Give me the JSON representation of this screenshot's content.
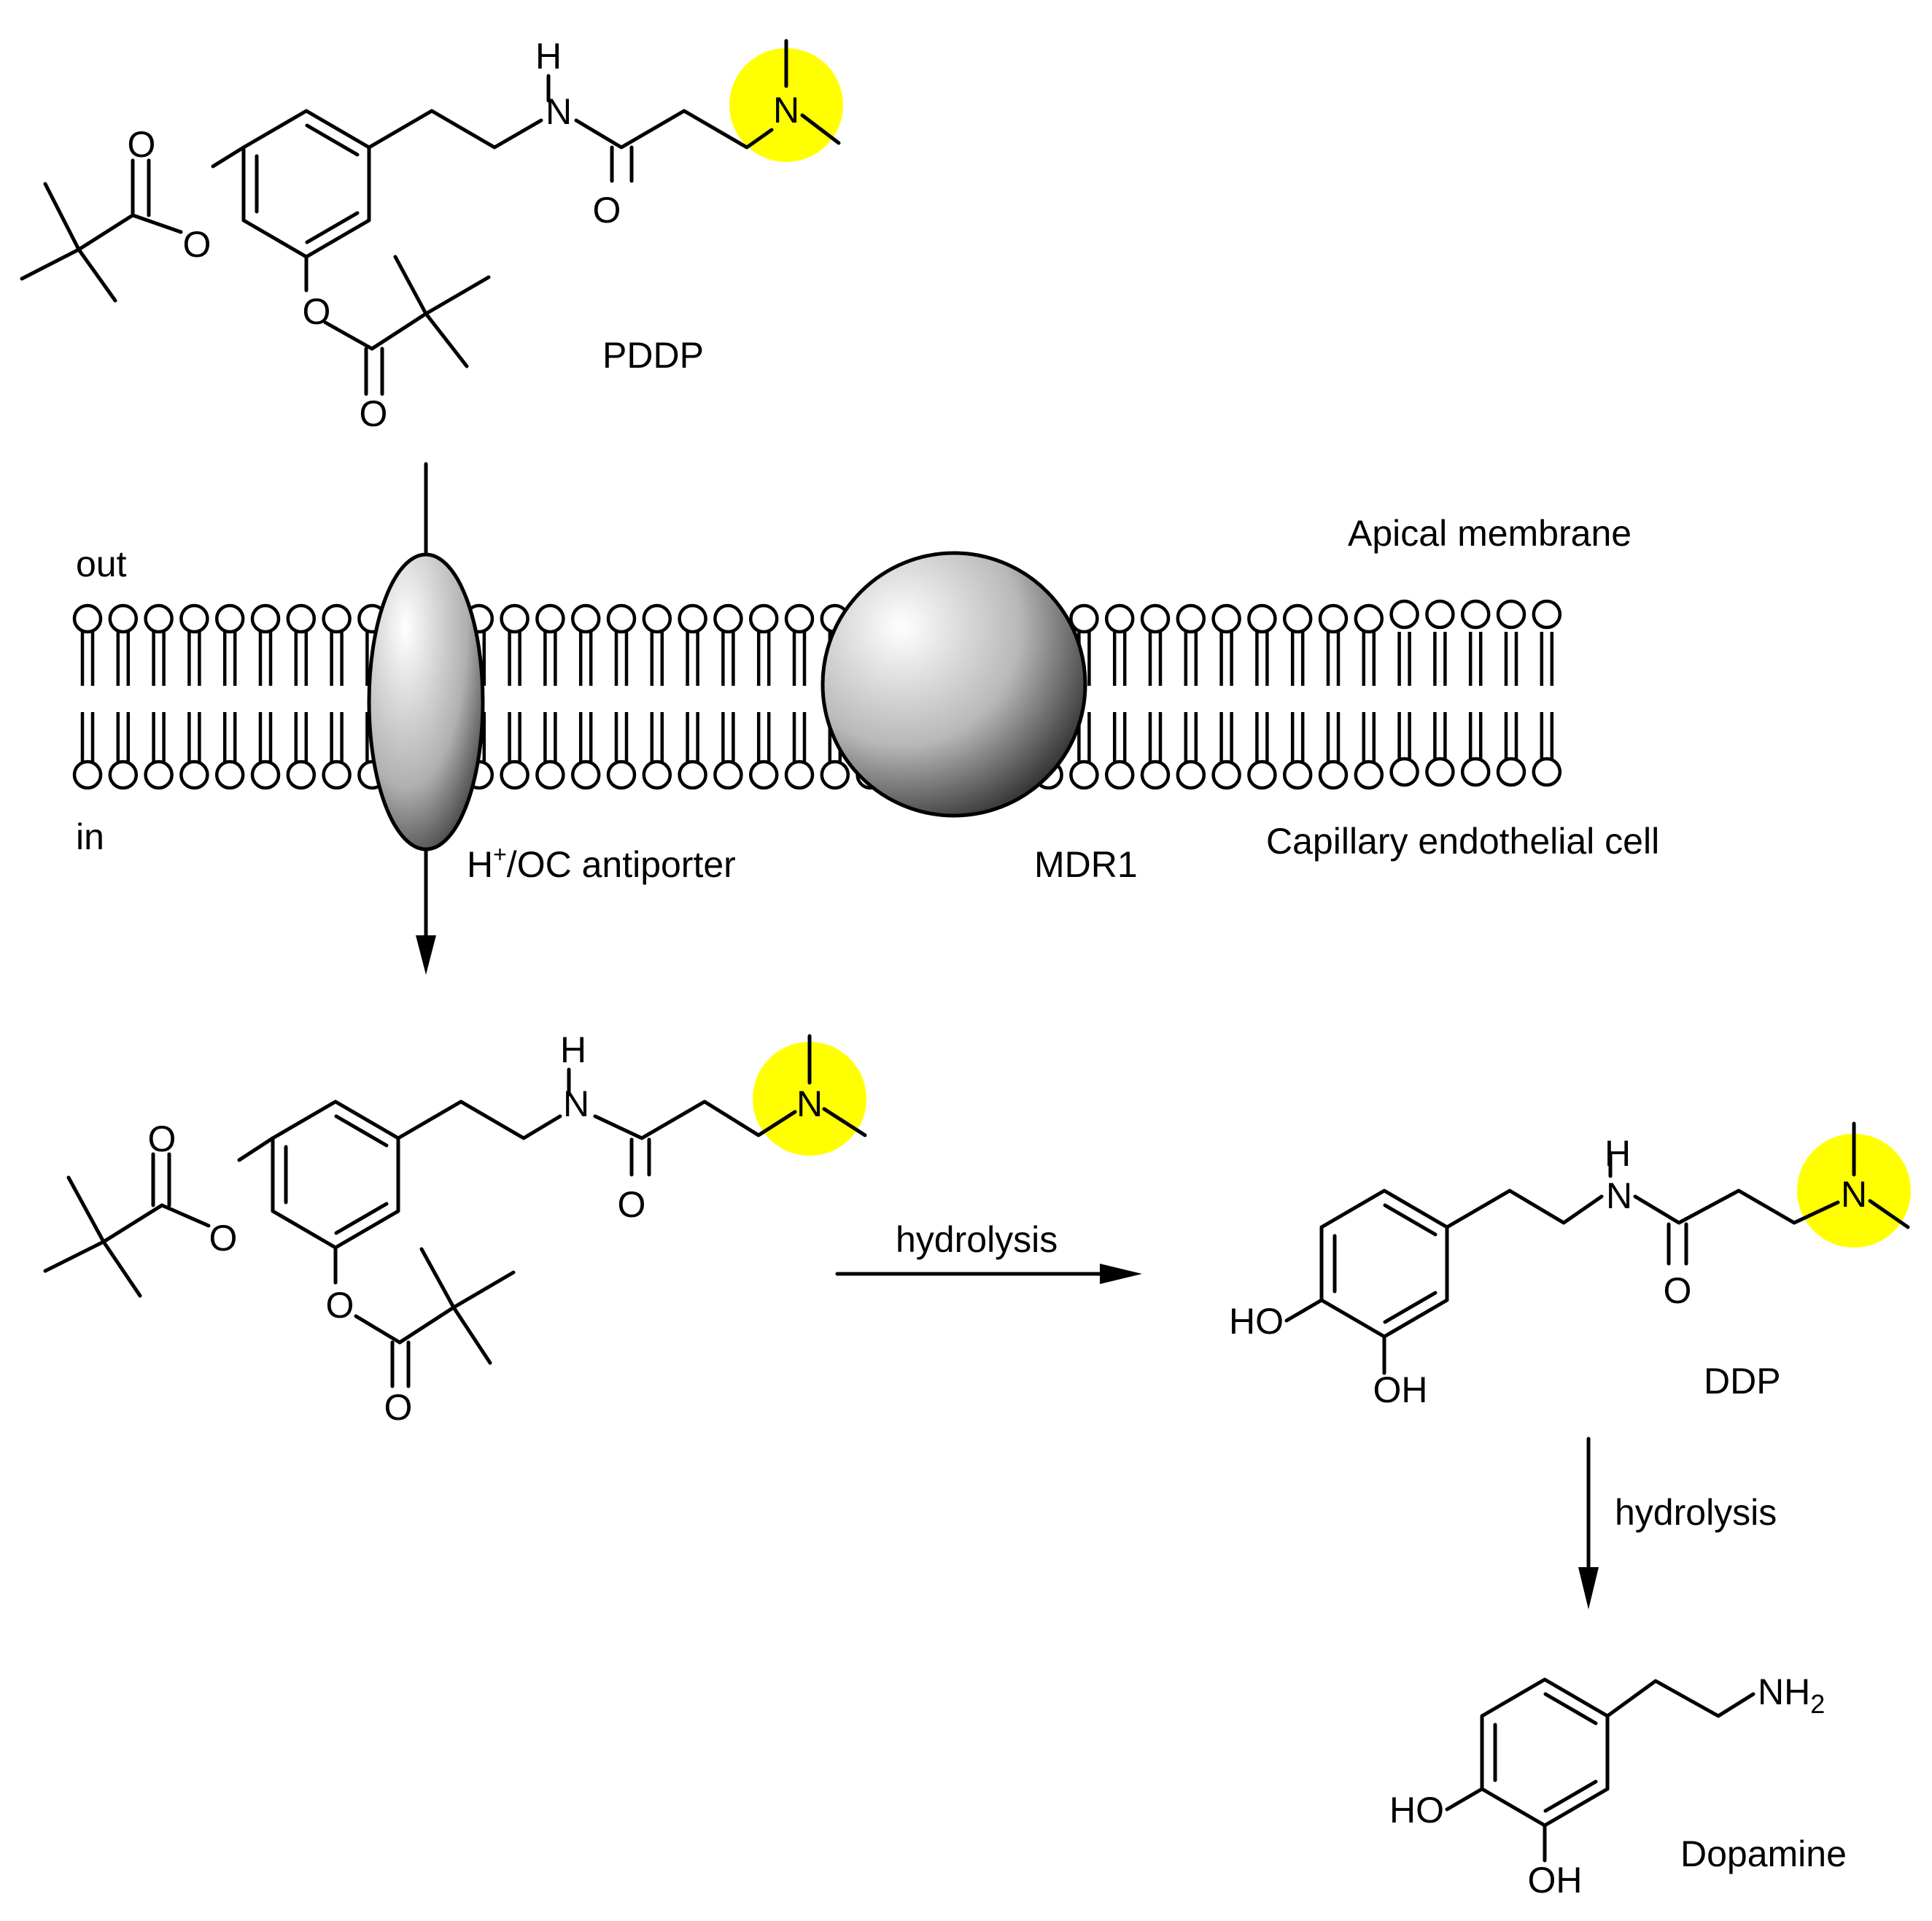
{
  "diagram": {
    "labels": {
      "prodrug": "PDDP",
      "outside": "out",
      "inside": "in",
      "apical": "Apical membrane",
      "transporter_main": "H",
      "transporter_sup": "+",
      "transporter_rest": "/OC antiporter",
      "mdr1": "MDR1",
      "cell": "Capillary endothelial cell",
      "step1": "hydrolysis",
      "intermediate": "DDP",
      "step2": "hydrolysis",
      "product": "Dopamine"
    },
    "atoms": {
      "oxygen": "O",
      "nitrogen": "N",
      "hydrogen": "H",
      "hydroxyl": "OH",
      "hydroxyl_left": "HO",
      "amine": "NH",
      "amine_sub": "2"
    },
    "colors": {
      "highlight": "#ffff00",
      "ink": "#000000",
      "protein_light": "#ffffff",
      "protein_dark": "#2a2a2a"
    }
  }
}
